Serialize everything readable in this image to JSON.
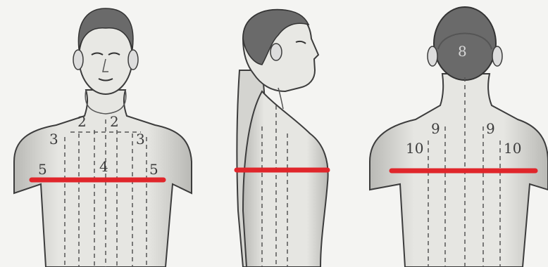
{
  "figures": [
    {
      "name": "front",
      "labels": [
        "2",
        "2",
        "3",
        "3",
        "4",
        "5",
        "5"
      ]
    },
    {
      "name": "side",
      "labels": []
    },
    {
      "name": "back",
      "labels": [
        "8",
        "9",
        "9",
        "10",
        "10"
      ]
    }
  ],
  "colors": {
    "background": "#f4f4f2",
    "ink": "#3c3c3c",
    "skin_shade": "#c9c9c6",
    "hair": "#6a6a6a",
    "marker": "#e0262b"
  }
}
